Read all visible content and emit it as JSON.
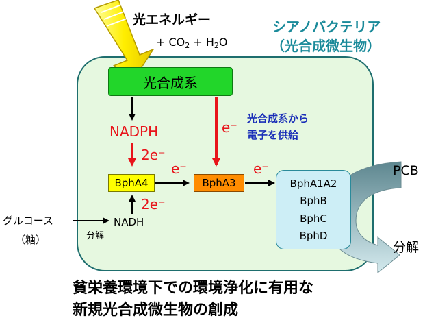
{
  "light_energy": "光エネルギー",
  "reaction": {
    "part1": "+ CO",
    "sub1": "2",
    "part2": " + H",
    "sub2": "2",
    "part3": "O"
  },
  "organism": {
    "line1": "シアノバクテリア",
    "line2": "（光合成微生物）"
  },
  "photosystem": "光合成系",
  "nadph": "NADPH",
  "electron_right": "e⁻",
  "two_e_top": "2e⁻",
  "two_e_bottom": "2e⁻",
  "e_a4_a3": "e⁻",
  "e_a3_a1": "e⁻",
  "supply_note": {
    "line1": "光合成系から",
    "line2": "電子を供給"
  },
  "bpha4": "BphA4",
  "bpha3": "BphA3",
  "enzymes": [
    "BphA1A2",
    "BphB",
    "BphC",
    "BphD"
  ],
  "nadh": "NADH",
  "glucose": {
    "line1": "グルコース",
    "line2": "（糖）"
  },
  "bunkai_small": "分解",
  "pcb": "PCB",
  "bunkai_right": "分解",
  "caption": {
    "line1": "貧栄養環境下での環境浄化に有用な",
    "line2": "新規光合成微生物の創成"
  },
  "colors": {
    "cell_fill": "#e6f8e0",
    "cell_stroke": "#1e6e6e",
    "photosystem_fill": "#22d62a",
    "bpha4_fill": "#ffff00",
    "bpha3_fill": "#ff8c00",
    "enzyme_fill": "#cdeef6",
    "red_arrow": "#e8141a",
    "pcb_arrow": "#7aa0a6"
  }
}
